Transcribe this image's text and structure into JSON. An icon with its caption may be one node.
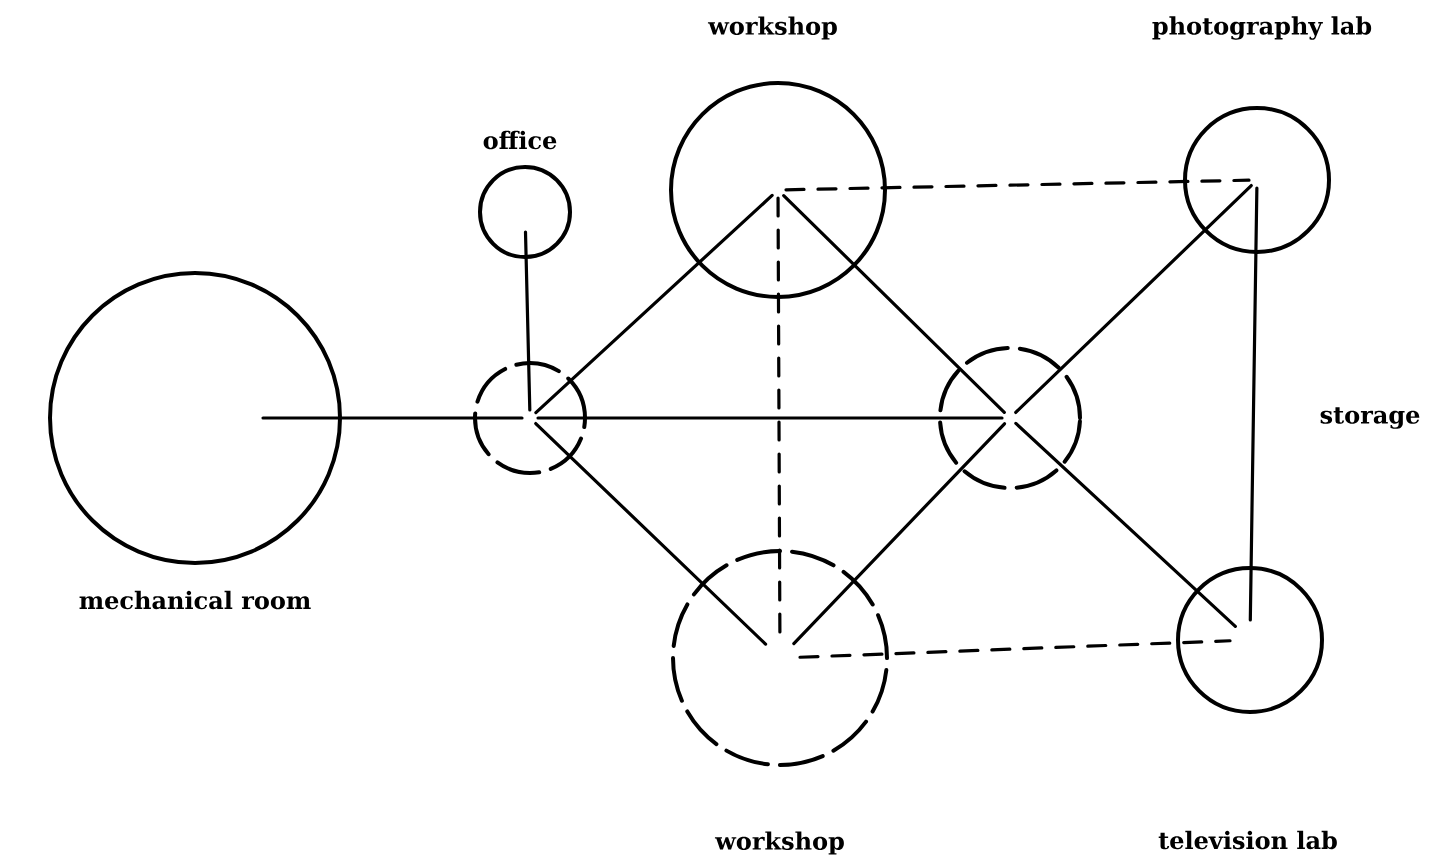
{
  "diagram": {
    "nodes": [
      {
        "text": [
          "office"
        ]
      },
      {
        "text": [
          "workshop"
        ]
      },
      {
        "text": [
          "photography lab"
        ]
      },
      {
        "text": [
          "mechanical room"
        ]
      },
      {
        "text": [],
        "shape": "circle"
      },
      {
        "text": [],
        "shape": "circle"
      },
      {
        "text": [
          "workshop"
        ]
      },
      {
        "text": [
          "television lab"
        ]
      }
    ],
    "edges": [
      {
        "from": 3,
        "to": 4,
        "arrow": "none"
      },
      {
        "from": 0,
        "to": 4,
        "arrow": "none"
      },
      {
        "from": 4,
        "to": 1,
        "arrow": "none"
      },
      {
        "from": 4,
        "to": 5,
        "arrow": "none"
      },
      {
        "from": 4,
        "to": 6,
        "arrow": "none"
      },
      {
        "from": 1,
        "to": 6,
        "arrow": "none",
        "style": "dashed"
      },
      {
        "from": 1,
        "to": 5,
        "arrow": "none"
      },
      {
        "from": 1,
        "to": 2,
        "arrow": "none",
        "style": "dashed"
      },
      {
        "from": 6,
        "to": 5,
        "arrow": "none"
      },
      {
        "from": 6,
        "to": 7,
        "arrow": "none",
        "style": "dashed"
      },
      {
        "from": 5,
        "to": 2,
        "arrow": "none"
      },
      {
        "from": 5,
        "to": 7,
        "arrow": "none"
      },
      {
        "from": 2,
        "to": 7,
        "arrow": "none"
      }
    ],
    "labels": [
      "storage"
    ]
  }
}
